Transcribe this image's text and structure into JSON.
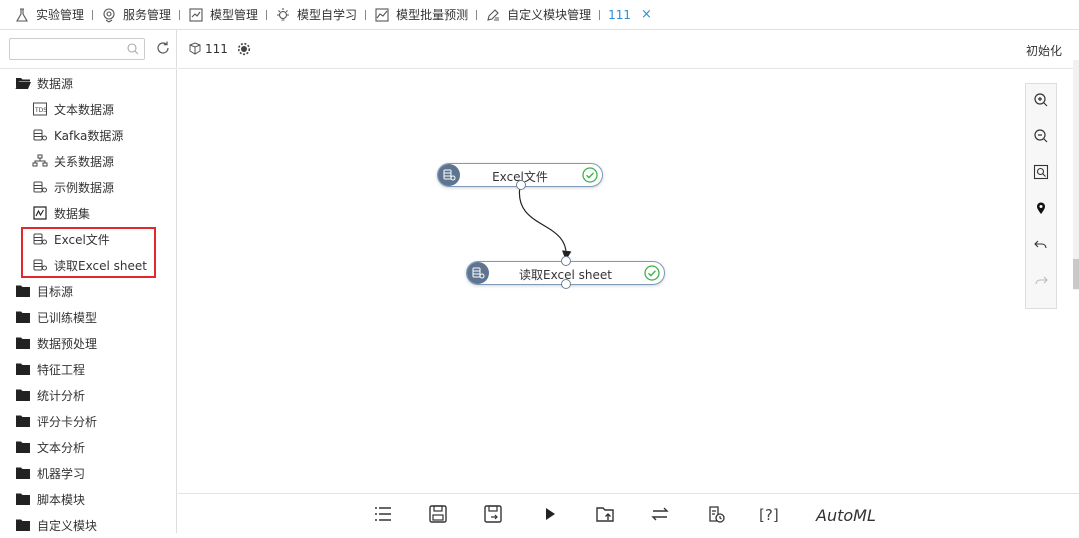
{
  "tabs": [
    {
      "label": "实验管理",
      "icon": "flask-icon"
    },
    {
      "label": "服务管理",
      "icon": "service-icon"
    },
    {
      "label": "模型管理",
      "icon": "model-chart-icon"
    },
    {
      "label": "模型自学习",
      "icon": "bulb-icon"
    },
    {
      "label": "模型批量预测",
      "icon": "line-chart-icon"
    },
    {
      "label": "自定义模块管理",
      "icon": "pen-icon"
    },
    {
      "label": "111",
      "icon": "",
      "active": true
    }
  ],
  "search": {
    "placeholder": "",
    "value": ""
  },
  "tree": {
    "datasource": "数据源",
    "children": [
      "文本数据源",
      "Kafka数据源",
      "关系数据源",
      "示例数据源",
      "数据集",
      "Excel文件",
      "读取Excel sheet"
    ],
    "folders": [
      "目标源",
      "已训练模型",
      "数据预处理",
      "特征工程",
      "统计分析",
      "评分卡分析",
      "文本分析",
      "机器学习",
      "脚本模块",
      "自定义模块"
    ]
  },
  "canvas_header": {
    "project": "111",
    "init": "初始化"
  },
  "modules": [
    {
      "label": "Excel文件",
      "status": "success"
    },
    {
      "label": "读取Excel sheet",
      "status": "success"
    }
  ],
  "toolbar": {
    "help": "[?]",
    "automl": "AutoML"
  },
  "colors": {
    "accent": "#2a8fd4",
    "highlight": "#e0282e",
    "module_icon": "#5e7592",
    "ok": "#3cb34a"
  }
}
